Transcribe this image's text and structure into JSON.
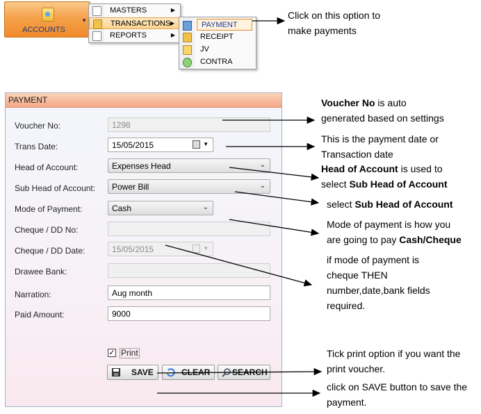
{
  "menu": {
    "accounts_label": "ACCOUNTS",
    "level1": [
      "MASTERS",
      "TRANSACTIONS",
      "REPORTS"
    ],
    "level2": [
      "PAYMENT",
      "RECEIPT",
      "JV",
      "CONTRA"
    ]
  },
  "form": {
    "title": "PAYMENT",
    "voucher_no": {
      "label": "Voucher No:",
      "value": "1298"
    },
    "trans_date": {
      "label": "Trans Date:",
      "value": "15/05/2015"
    },
    "head_of_account": {
      "label": "Head of Account:",
      "value": "Expenses Head"
    },
    "sub_head_of_account": {
      "label": "Sub Head of Account:",
      "value": "Power Bill"
    },
    "mode_of_payment": {
      "label": "Mode of Payment:",
      "value": "Cash"
    },
    "cheque_dd_no": {
      "label": "Cheque / DD No:",
      "value": ""
    },
    "cheque_dd_date": {
      "label": "Cheque / DD Date:",
      "value": "15/05/2015"
    },
    "drawee_bank": {
      "label": "Drawee Bank:",
      "value": ""
    },
    "narration": {
      "label": "Narration:",
      "value": "Aug month"
    },
    "paid_amount": {
      "label": "Paid Amount:",
      "value": "9000"
    },
    "print_label": "Print",
    "print_checked": true,
    "buttons": {
      "save": "SAVE",
      "clear": "CLEAR",
      "search": "SEARCH"
    }
  },
  "annotations": {
    "menu_note": [
      "Click on this option to",
      "make payments"
    ],
    "voucher": {
      "bold": "Voucher No",
      "rest": " is auto",
      "line2": "generated  based on settings"
    },
    "date": [
      "This is the payment date or",
      "Transaction date"
    ],
    "head": {
      "bold": "Head of Account",
      "rest": " is used to",
      "line2_pre": "select  ",
      "line2_bold": "Sub Head of Account"
    },
    "subhead": {
      "pre": "select ",
      "bold": "Sub Head of Account"
    },
    "mode": {
      "line1": "Mode of payment is how you",
      "line2_pre": "are going to pay ",
      "line2_bold": "Cash/Cheque"
    },
    "cheque": [
      "if mode of payment  is",
      "cheque THEN",
      "number,date,bank fields",
      "required."
    ],
    "print": [
      "Tick print option if you want the",
      "print voucher."
    ],
    "save": [
      "click on SAVE button to save the",
      "payment."
    ]
  }
}
